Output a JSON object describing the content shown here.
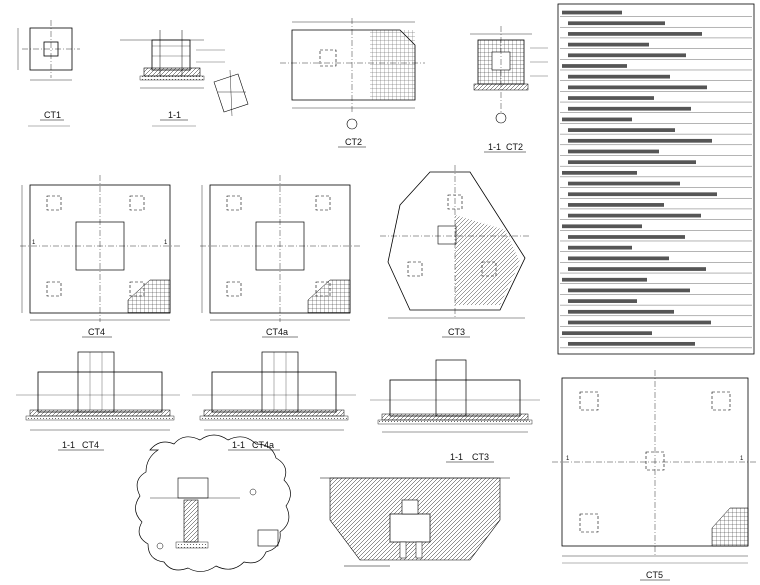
{
  "drawing": {
    "sheet_title": "",
    "views": [
      {
        "id": "ct1-plan",
        "caption": "CT1"
      },
      {
        "id": "ct1-section",
        "caption": "1-1"
      },
      {
        "id": "ct2-plan",
        "caption": "CT2"
      },
      {
        "id": "ct2-section",
        "caption": "1-1",
        "caption_suffix": "CT2"
      },
      {
        "id": "ct4-plan",
        "caption": "CT4"
      },
      {
        "id": "ct4a-plan",
        "caption": "CT4a"
      },
      {
        "id": "ct3-plan",
        "caption": "CT3"
      },
      {
        "id": "ct4-section",
        "caption": "1-1",
        "caption_suffix": "CT4"
      },
      {
        "id": "ct4a-section",
        "caption": "1-1",
        "caption_suffix": "CT4a"
      },
      {
        "id": "ct3-section",
        "caption": "1-1",
        "caption_suffix": "CT3"
      },
      {
        "id": "ct5-plan",
        "caption": "CT5"
      },
      {
        "id": "detail-cloud",
        "caption": ""
      },
      {
        "id": "pit-section",
        "caption": ""
      }
    ],
    "grid_axis_label": "1",
    "notes_panel": {
      "line_count": 32
    }
  }
}
